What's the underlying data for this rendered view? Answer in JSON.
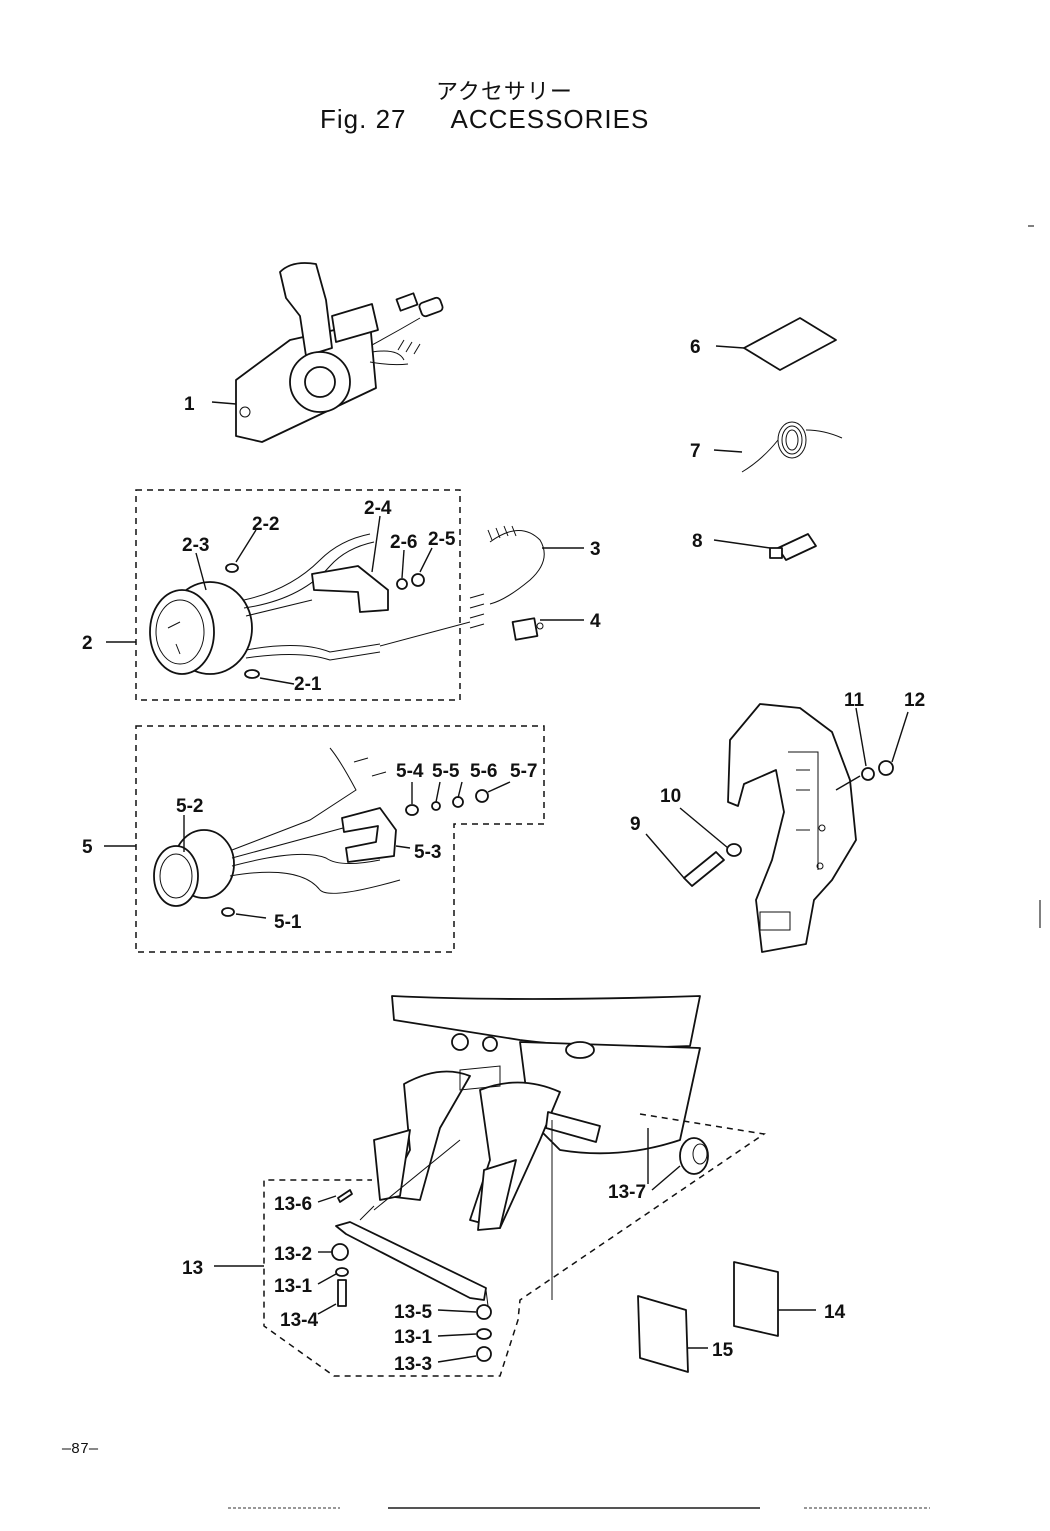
{
  "header": {
    "title_jp": "アクセサリー",
    "figure_label": "Fig. 27",
    "title_en": "ACCESSORIES"
  },
  "page_number": "—87—",
  "callouts": {
    "c1": "1",
    "c2": "2",
    "c2_1": "2-1",
    "c2_2": "2-2",
    "c2_3": "2-3",
    "c2_4": "2-4",
    "c2_5": "2-5",
    "c2_6": "2-6",
    "c3": "3",
    "c4": "4",
    "c5": "5",
    "c5_1": "5-1",
    "c5_2": "5-2",
    "c5_3": "5-3",
    "c5_4": "5-4",
    "c5_5": "5-5",
    "c5_6": "5-6",
    "c5_7": "5-7",
    "c6": "6",
    "c7": "7",
    "c8": "8",
    "c9": "9",
    "c10": "10",
    "c11": "11",
    "c12": "12",
    "c13": "13",
    "c13_1a": "13-1",
    "c13_1b": "13-1",
    "c13_2": "13-2",
    "c13_3": "13-3",
    "c13_4": "13-4",
    "c13_5": "13-5",
    "c13_6": "13-6",
    "c13_7": "13-7",
    "c14": "14",
    "c15": "15"
  }
}
